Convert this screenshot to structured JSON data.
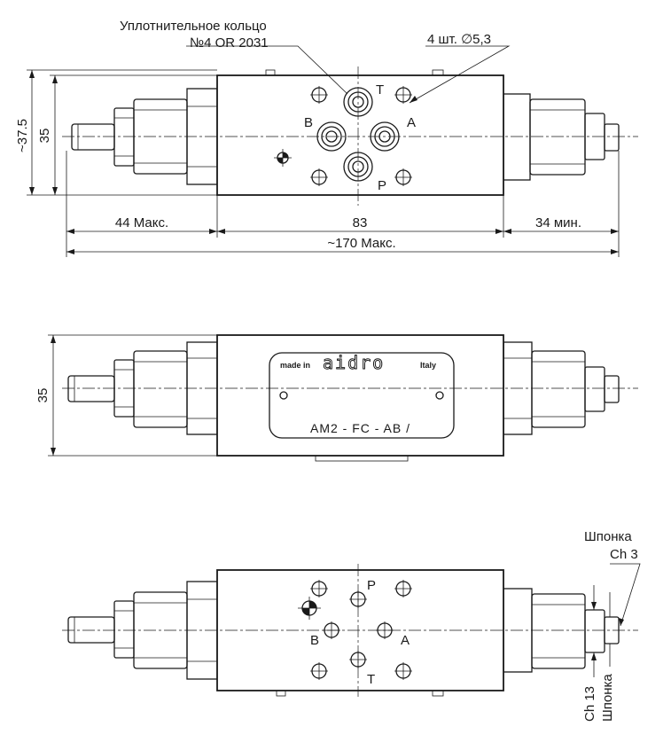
{
  "view_top": {
    "oring_label_line1": "Уплотнительное кольцо",
    "oring_label_line2": "№4 OR 2031",
    "holes_label": "4 шт. ∅5,3",
    "ports": {
      "T": "T",
      "B": "B",
      "A": "A",
      "P": "P"
    },
    "dim_height_outer": "~37.5",
    "dim_height_inner": "35",
    "dim_left": "44 Макс.",
    "dim_center": "83",
    "dim_right": "34 мин.",
    "dim_total": "~170  Макс."
  },
  "view_middle": {
    "dim_height": "35",
    "plate_made_in": "made in",
    "plate_brand": "aidro",
    "plate_country": "Italy",
    "plate_code": "AM2 - FC - AB /"
  },
  "view_bottom": {
    "ports": {
      "P": "P",
      "B": "B",
      "A": "A",
      "T": "T"
    },
    "key_label_top_line1": "Шпонка",
    "key_label_top_line2": "Ch 3",
    "key_label_side_ch": "Ch 13",
    "key_label_side_word": "Шпонка"
  }
}
